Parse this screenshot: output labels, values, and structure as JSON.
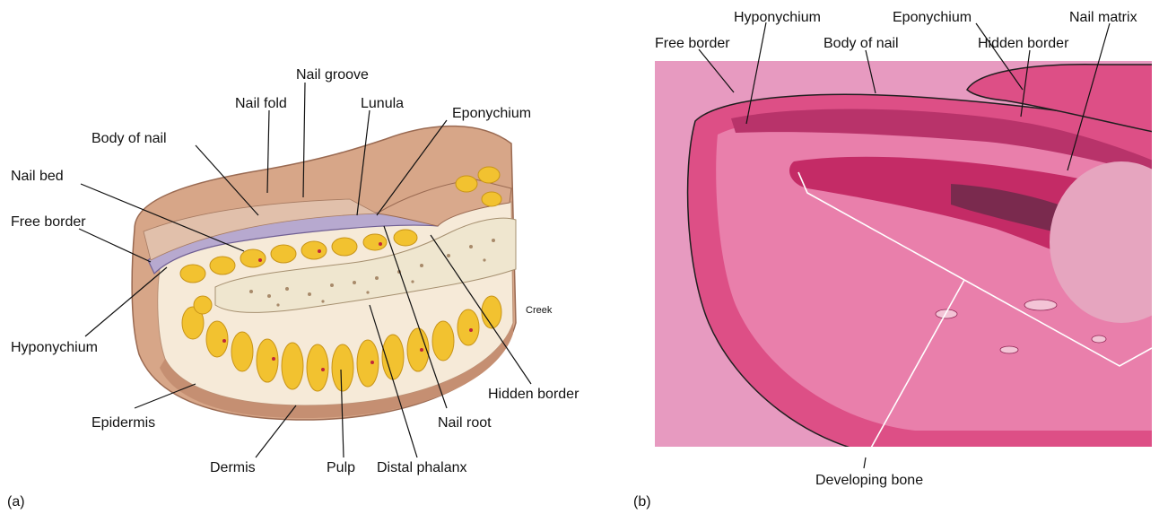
{
  "panel_a": {
    "caption": "(a)",
    "labels": {
      "nail_groove": "Nail groove",
      "nail_fold": "Nail fold",
      "lunula": "Lunula",
      "eponychium": "Eponychium",
      "body_of_nail": "Body of nail",
      "nail_bed": "Nail bed",
      "free_border": "Free border",
      "creek": "Creek",
      "hyponychium": "Hyponychium",
      "hidden_border": "Hidden border",
      "nail_root": "Nail root",
      "epidermis": "Epidermis",
      "dermis": "Dermis",
      "pulp": "Pulp",
      "distal_phalanx": "Distal phalanx"
    }
  },
  "panel_b": {
    "caption": "(b)",
    "labels": {
      "hyponychium": "Hyponychium",
      "eponychium": "Eponychium",
      "nail_matrix": "Nail matrix",
      "free_border": "Free border",
      "body_of_nail": "Body of nail",
      "hidden_border": "Hidden border",
      "developing_bone": "Developing bone"
    }
  },
  "colors": {
    "skin": "#d9a98c",
    "skin_dark": "#b47e62",
    "nail": "#c9c0d8",
    "fat": "#f2c230",
    "bone": "#efe6cf",
    "histology_bg": "#e38fb5",
    "histology_tissue": "#d9487e",
    "histology_dark": "#a81f52"
  }
}
